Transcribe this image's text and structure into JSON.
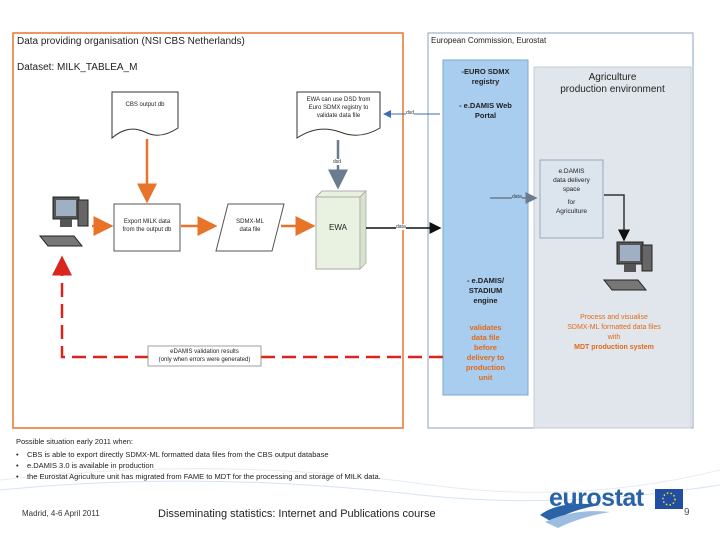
{
  "left_panel": {
    "title": "Data providing organisation (NSI CBS Netherlands)",
    "dataset": "Dataset: MILK_TABLEA_M",
    "cbs_output_db": "CBS output db",
    "ewa_note_lines": [
      "EWA can use DSD from",
      "Euro SDMX registry to",
      "validate data file"
    ],
    "export_lines": [
      "Export MILK data",
      "from the output db"
    ],
    "sdmx_file_lines": [
      "SDMX-ML",
      "data file"
    ],
    "ewa_label": "EWA",
    "validation_lines": [
      "eDAMIS validation results",
      "(only when errors were generated)"
    ],
    "dsd_label_1": "dsd",
    "dsd_label_2": "dsd",
    "data_label_1": "data"
  },
  "right_panel": {
    "title": "European Commission, Eurostat",
    "euro_sdmx_lines": [
      "-EURO SDMX",
      "registry"
    ],
    "edamis_web_lines": [
      "- e.DAMIS Web",
      "Portal"
    ],
    "stadium_lines": [
      "- e.DAMIS/",
      "STADIUM",
      "engine"
    ],
    "validates_lines": [
      "validates",
      "data file",
      "before",
      "delivery to",
      "production",
      "unit"
    ],
    "agri_env_lines": [
      "Agriculture",
      "production environment"
    ],
    "delivery_space_lines": [
      "e.DAMIS",
      "data delivery",
      "space",
      "",
      "for",
      "Agriculture"
    ],
    "process_lines": [
      "Process and visualise",
      "SDMX-ML formatted data files",
      "with"
    ],
    "mdt_system": "MDT production system",
    "data_label_2": "data"
  },
  "bottom_notes": {
    "heading": "Possible situation early 2011 when:",
    "bullets": [
      "CBS is able to export directly SDMX-ML formatted data files from the CBS output database",
      "e.DAMIS 3.0 is available in production",
      "the Eurostat Agriculture unit has migrated from FAME to MDT for the processing and storage of MILK data."
    ]
  },
  "footer": {
    "location_date": "Madrid, 4-6 April 2011",
    "course": "Disseminating statistics: Internet and Publications course",
    "logo_text": "eurostat",
    "page_number": "9"
  },
  "colors": {
    "orange": "#e8742a",
    "red_dash": "#d9251c",
    "blue_column": "#a9cdee",
    "env_gray": "#e1e6ec",
    "arrow_gray": "#6b7c8f"
  }
}
